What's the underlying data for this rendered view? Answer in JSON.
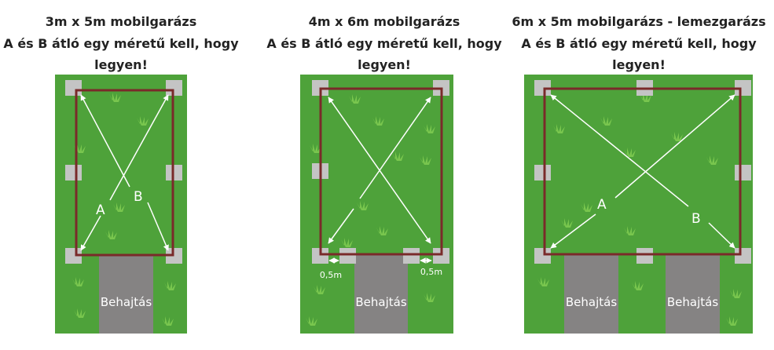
{
  "panels": [
    {
      "title": [
        "3m x 5m mobilgarázs",
        "A és B átló egy méretű kell, hogy",
        "legyen!"
      ],
      "diag_a": "A",
      "diag_b": "B",
      "driveway": "Behajtás"
    },
    {
      "title": [
        "4m x 6m mobilgarázs",
        "A és B átló egy méretű kell, hogy",
        "legyen!"
      ],
      "gap_left": "0,5m",
      "gap_right": "0,5m",
      "driveway": "Behajtás"
    },
    {
      "title": [
        "6m x 5m mobilgarázs - lemezgarázs",
        "A és B átló egy méretű kell, hogy",
        "legyen!"
      ],
      "diag_a": "A",
      "diag_b": "B",
      "driveway_1": "Behajtás",
      "driveway_2": "Behajtás"
    }
  ],
  "colors": {
    "grass": "#4ea23a",
    "frame": "#7a2a2a",
    "pad": "#c4c4c4",
    "driveway": "#858383"
  }
}
